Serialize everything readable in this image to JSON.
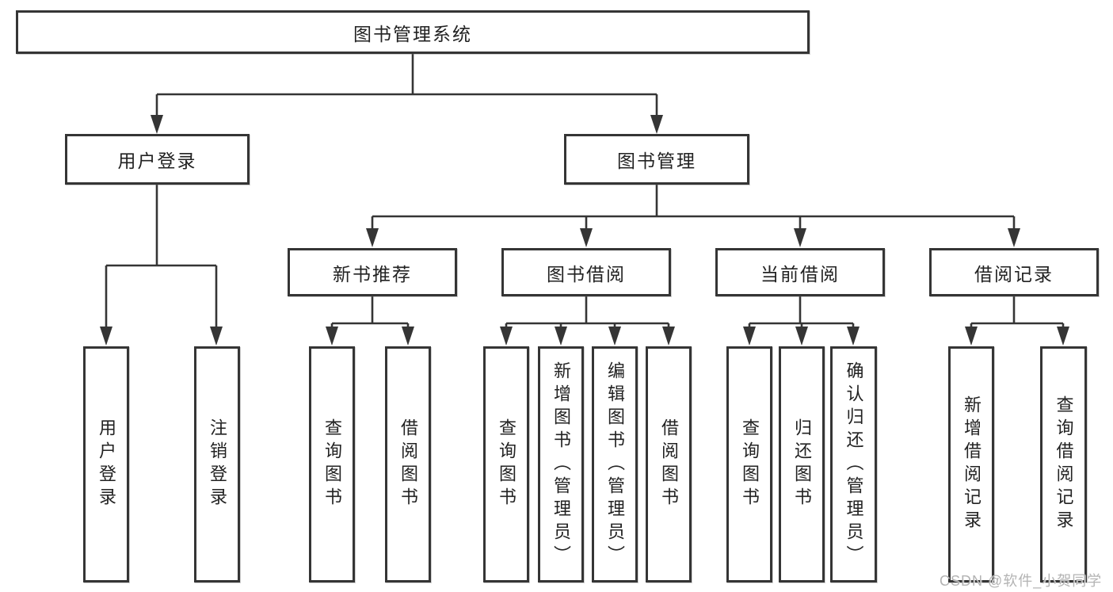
{
  "diagram": {
    "type": "hierarchy-tree",
    "colors": {
      "background": "#ffffff",
      "node_border": "#353535",
      "connector": "#353535",
      "text": "#222222",
      "watermark": "#b3b3b3"
    },
    "tree": {
      "root": {
        "label": "图书管理系统",
        "children": [
          {
            "label": "用户登录",
            "children": [
              {
                "label": "用户登录"
              },
              {
                "label": "注销登录"
              }
            ]
          },
          {
            "label": "图书管理",
            "children": [
              {
                "label": "新书推荐",
                "children": [
                  {
                    "label": "查询图书"
                  },
                  {
                    "label": "借阅图书"
                  }
                ]
              },
              {
                "label": "图书借阅",
                "children": [
                  {
                    "label": "查询图书"
                  },
                  {
                    "label": "新增图书（管理员）"
                  },
                  {
                    "label": "编辑图书（管理员）"
                  },
                  {
                    "label": "借阅图书"
                  }
                ]
              },
              {
                "label": "当前借阅",
                "children": [
                  {
                    "label": "查询图书"
                  },
                  {
                    "label": "归还图书"
                  },
                  {
                    "label": "确认归还（管理员）"
                  }
                ]
              },
              {
                "label": "借阅记录",
                "children": [
                  {
                    "label": "新增借阅记录"
                  },
                  {
                    "label": "查询借阅记录"
                  }
                ]
              }
            ]
          }
        ]
      }
    },
    "watermark": "CSDN @软件_小贺同学"
  }
}
